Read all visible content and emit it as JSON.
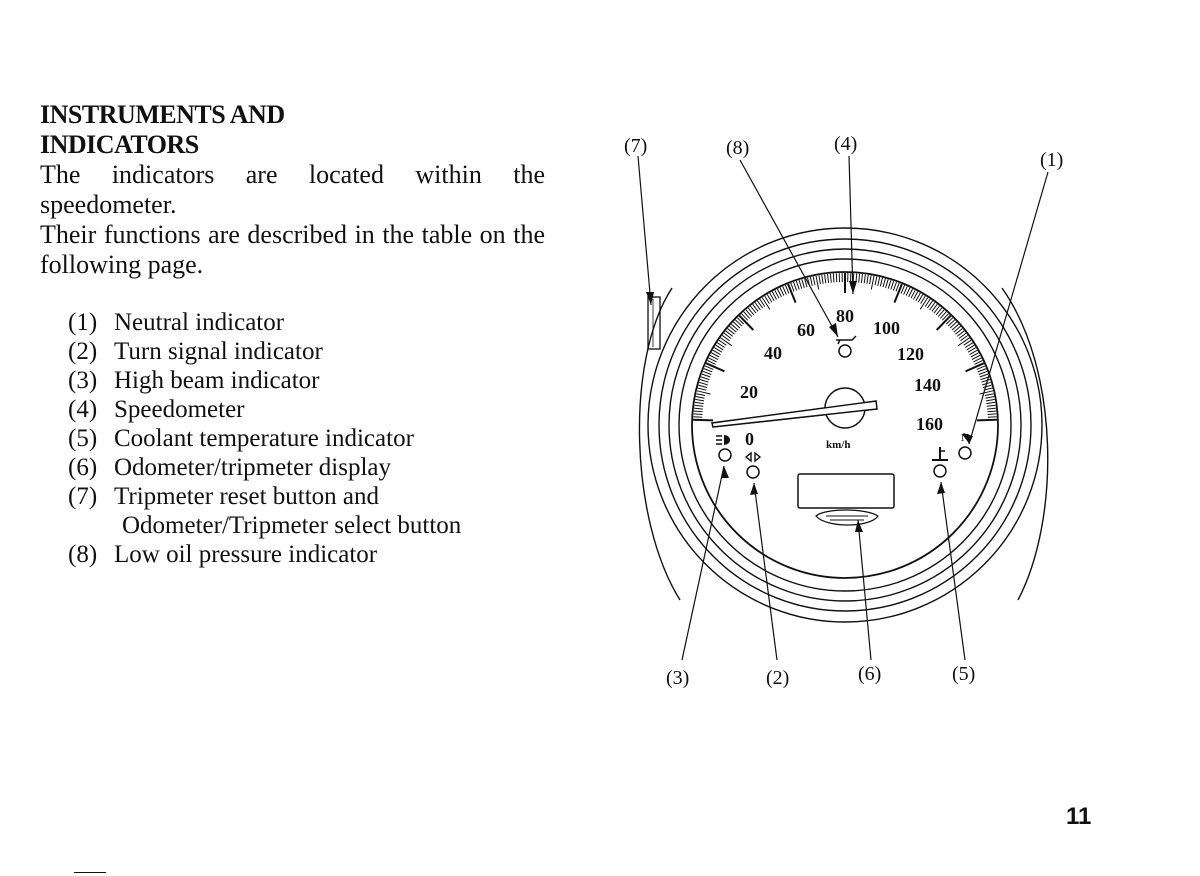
{
  "heading": {
    "line1": "INSTRUMENTS AND",
    "line2": "INDICATORS"
  },
  "intro": {
    "p1": "The indicators are located within the speedometer.",
    "p2": "Their functions are described in the table on the following page."
  },
  "legend": [
    {
      "num": "(1)",
      "text": "Neutral indicator"
    },
    {
      "num": "(2)",
      "text": "Turn signal indicator"
    },
    {
      "num": "(3)",
      "text": "High beam indicator"
    },
    {
      "num": "(4)",
      "text": "Speedometer"
    },
    {
      "num": "(5)",
      "text": "Coolant temperature indicator"
    },
    {
      "num": "(6)",
      "text": "Odometer/tripmeter display"
    },
    {
      "num": "(7)",
      "text": "Tripmeter reset button and",
      "cont": "Odometer/Tripmeter select button"
    },
    {
      "num": "(8)",
      "text": "Low oil pressure indicator"
    }
  ],
  "figure": {
    "callouts": [
      "(1)",
      "(2)",
      "(3)",
      "(4)",
      "(5)",
      "(6)",
      "(7)",
      "(8)"
    ],
    "scale_labels": [
      "0",
      "20",
      "40",
      "60",
      "80",
      "100",
      "120",
      "140",
      "160"
    ],
    "unit_label": "km/h",
    "neutral_symbol": "N"
  },
  "page_number": "11"
}
